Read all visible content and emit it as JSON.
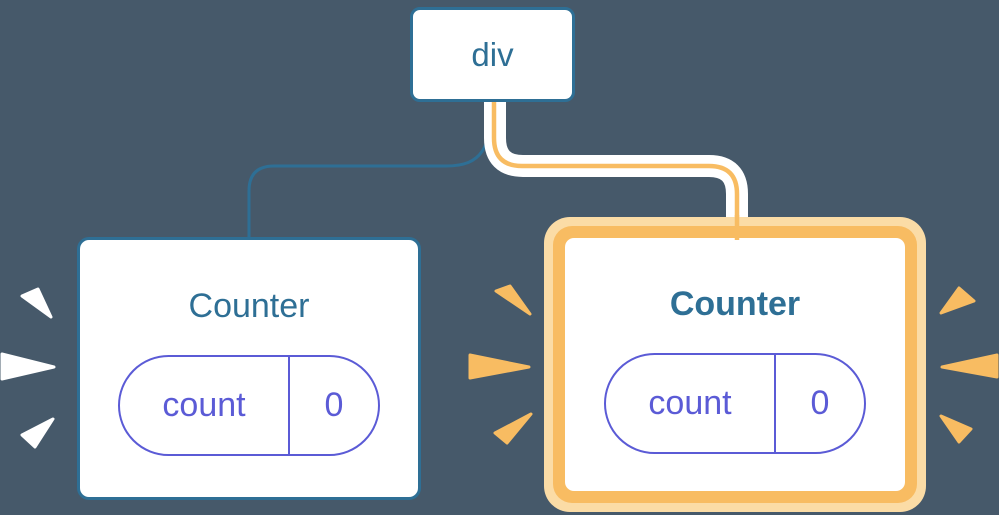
{
  "diagram": {
    "description": "React component tree re-render diagram",
    "root_node": {
      "label": "div"
    },
    "left_counter": {
      "title": "Counter",
      "prop_name": "count",
      "prop_value": "0"
    },
    "right_counter": {
      "title": "Counter",
      "prop_name": "count",
      "prop_value": "0"
    },
    "colors": {
      "background": "#46596a",
      "blue": "#2e6f95",
      "purple": "#5b5bd6",
      "orange": "#f8bc62",
      "peach": "#fbdca6",
      "card": "#ffffff"
    }
  }
}
